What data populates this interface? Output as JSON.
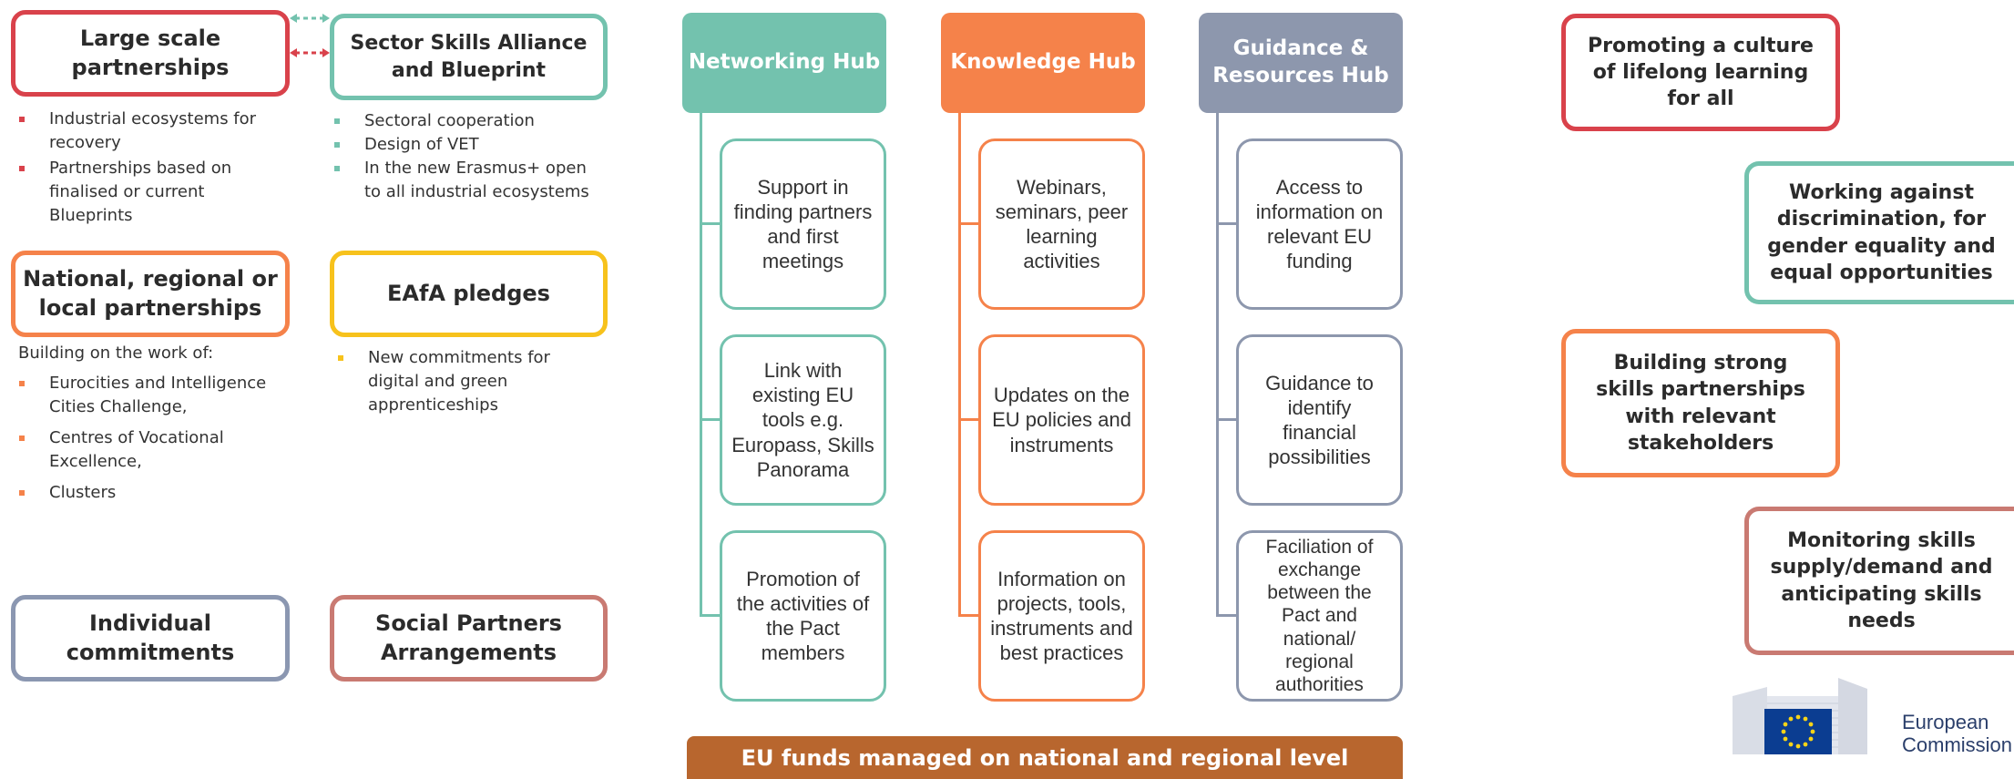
{
  "left": {
    "large_scale": "Large scale\npartnerships",
    "sector_skills": "Sector Skills Alliance\nand Blueprint",
    "large_bullets": [
      "Industrial ecosystems for\nrecovery",
      "Partnerships based on\nfinalised or current\nBlueprints"
    ],
    "sector_bullets": [
      "Sectoral cooperation",
      "Design of VET",
      "In the new Erasmus+ open\nto all industrial ecosystems"
    ],
    "national": "National, regional or\nlocal partnerships",
    "eafa": "EAfA pledges",
    "building_on": "Building on the work of:",
    "national_bullets": [
      "Eurocities and Intelligence\nCities Challenge,",
      "Centres of Vocational\nExcellence,",
      "Clusters"
    ],
    "eafa_bullets": [
      "New commitments for\ndigital and green\napprenticeships"
    ],
    "individual": "Individual\ncommitments",
    "social": "Social Partners\nArrangements"
  },
  "hubs": [
    {
      "title": "Networking Hub",
      "items": [
        "Support in\nfinding partners\nand first\nmeetings",
        "Link with\nexisting EU\ntools e.g.\nEuropass, Skills\nPanorama",
        "Promotion of\nthe activities of\nthe Pact\nmembers"
      ]
    },
    {
      "title": "Knowledge Hub",
      "items": [
        "Webinars,\nseminars, peer\nlearning\nactivities",
        "Updates on the\nEU policies and\ninstruments",
        "Information on\nprojects, tools,\ninstruments and\nbest practices"
      ]
    },
    {
      "title": "Guidance &\nResources Hub",
      "items": [
        "Access to\ninformation on\nrelevant EU\nfunding",
        "Guidance to\nidentify\nfinancial\npossibilities",
        "Faciliation of\nexchange\nbetween the\nPact and\nnational/\nregional\nauthorities"
      ]
    }
  ],
  "funds_banner": "EU funds managed on national and regional level",
  "principles": [
    "Promoting a culture\nof lifelong learning\nfor all",
    "Working against\ndiscrimination, for\ngender equality and\nequal opportunities",
    "Building strong\nskills partnerships\nwith relevant\nstakeholders",
    "Monitoring skills\nsupply/demand and\nanticipating skills\nneeds"
  ],
  "logo": {
    "line1": "European",
    "line2": "Commission"
  },
  "colors": {
    "red": "#d9424b",
    "teal": "#73c2ae",
    "orange": "#f5824a",
    "yellow": "#f7c21c",
    "slate": "#8b97b1",
    "rose": "#c97a72",
    "guidance": "#8d97ad",
    "funds": "#b8662e",
    "eu_blue": "#0b3d91"
  }
}
